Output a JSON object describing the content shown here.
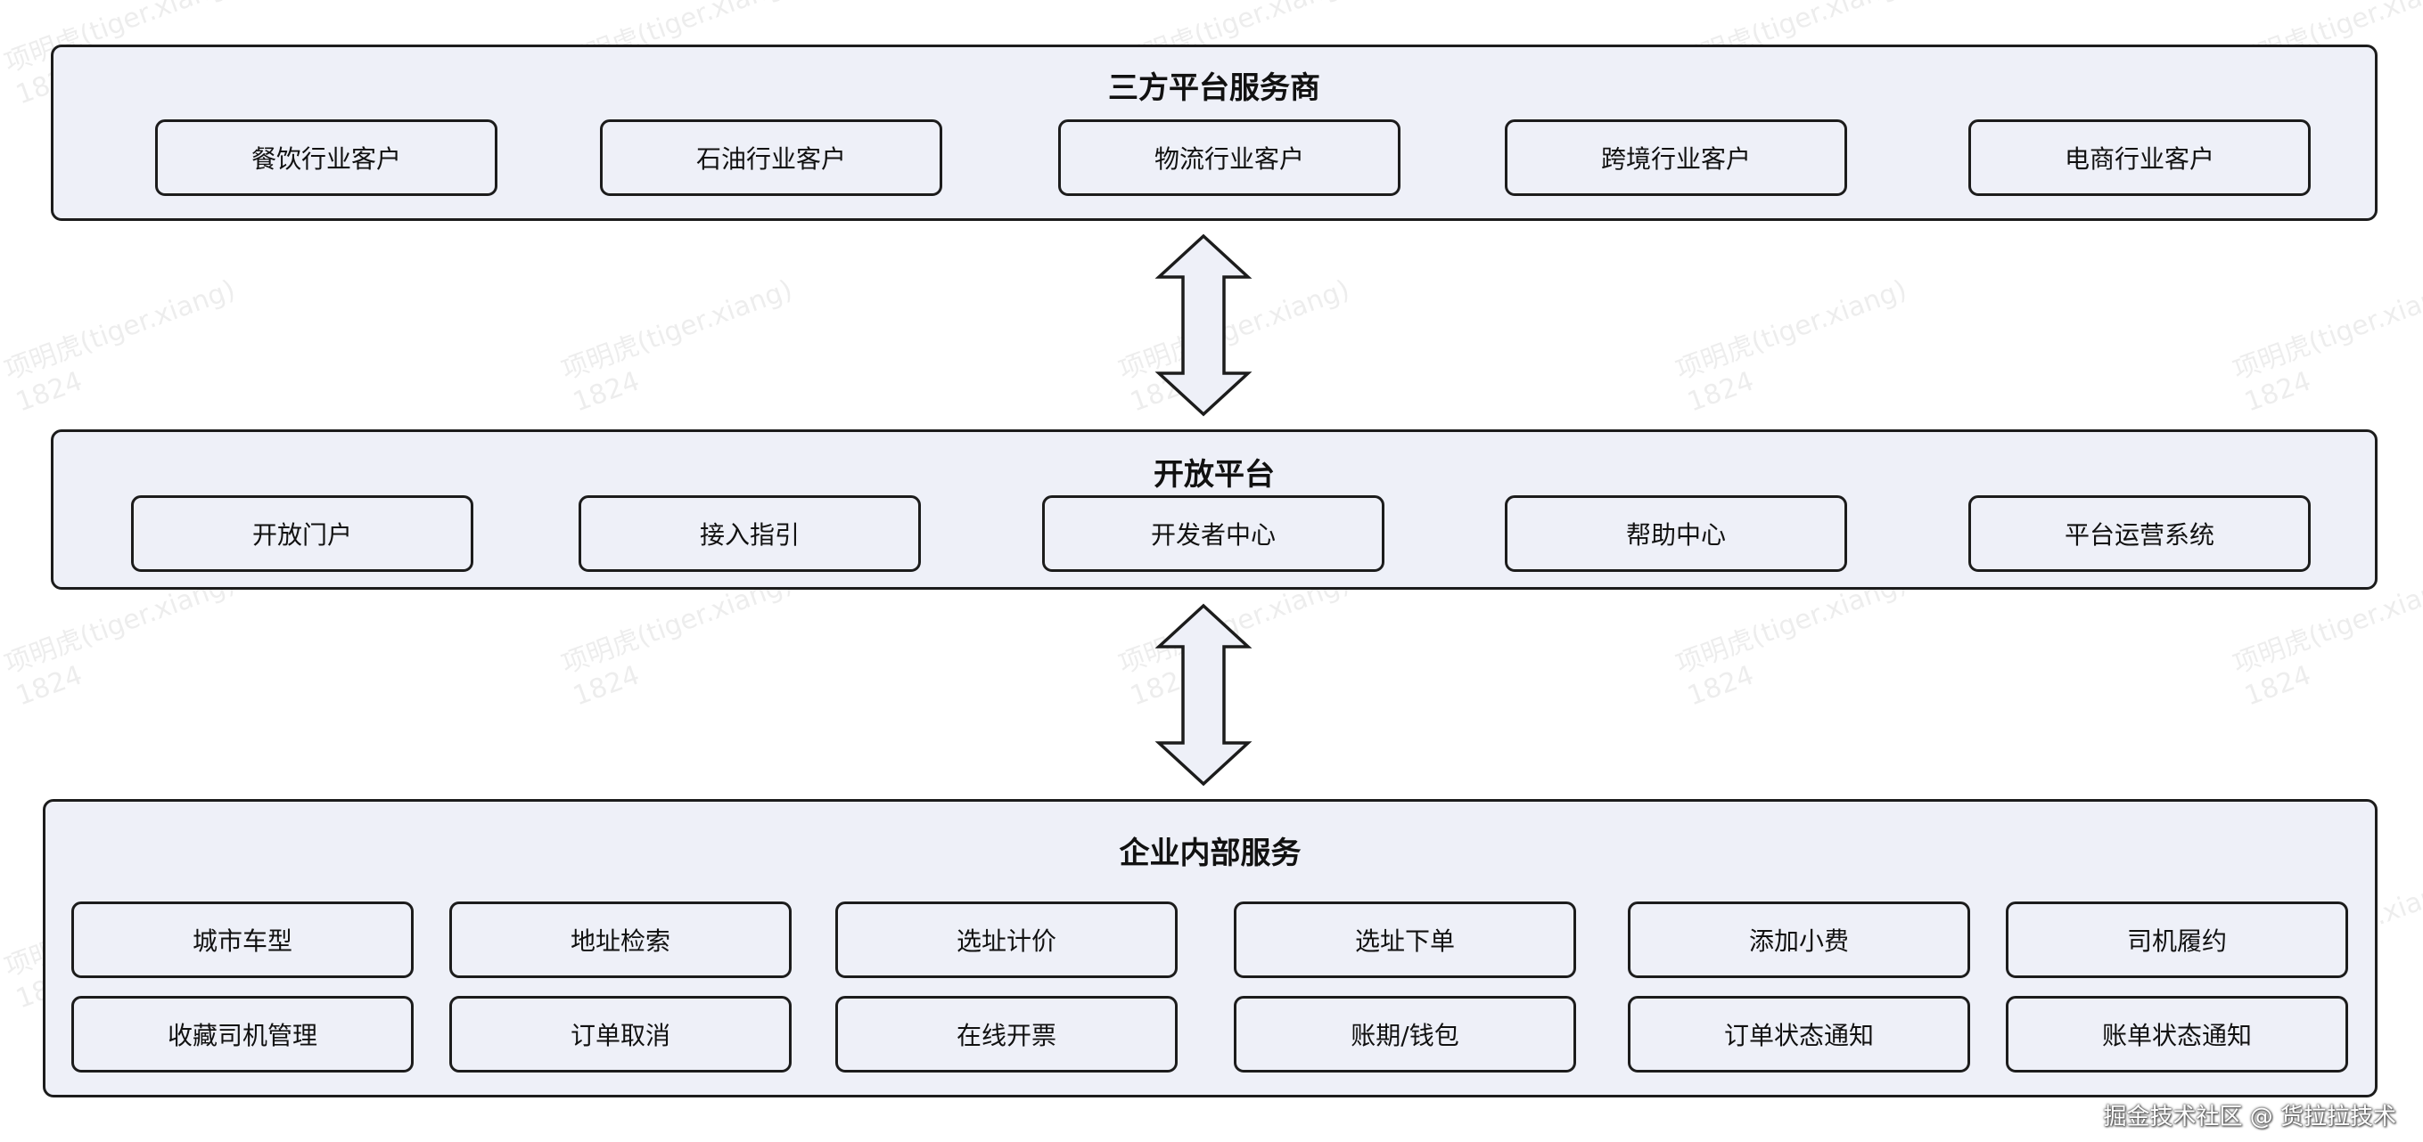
{
  "third_party": {
    "title": "三方平台服务商",
    "items": [
      "餐饮行业客户",
      "石油行业客户",
      "物流行业客户",
      "跨境行业客户",
      "电商行业客户"
    ]
  },
  "open_platform": {
    "title": "开放平台",
    "items": [
      "开放门户",
      "接入指引",
      "开发者中心",
      "帮助中心",
      "平台运营系统"
    ]
  },
  "internal": {
    "title": "企业内部服务",
    "row1": [
      "城市车型",
      "地址检索",
      "选址计价",
      "选址下单",
      "添加小费",
      "司机履约"
    ],
    "row2": [
      "收藏司机管理",
      "订单取消",
      "在线开票",
      "账期/钱包",
      "订单状态通知",
      "账单状态通知"
    ]
  },
  "watermark": {
    "line1": "项明虎(tiger.xiang)",
    "line2": "1824"
  },
  "footer": "掘金技术社区 @ 货拉拉技术"
}
